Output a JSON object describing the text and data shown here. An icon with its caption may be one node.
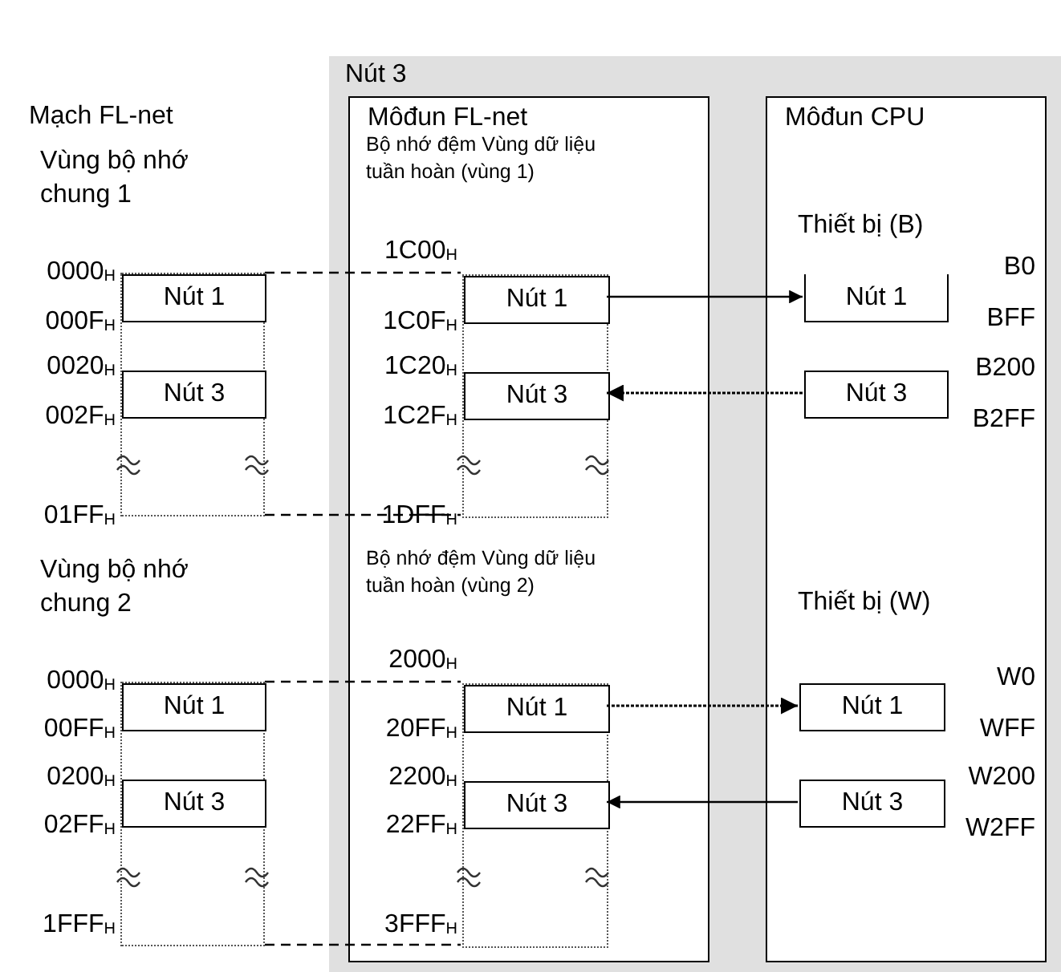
{
  "diagram": {
    "nodes": [
      {
        "text": [
          "Nút 3"
        ]
      },
      {
        "text": [
          "Môđun FL-net"
        ],
        "in": 0
      },
      {
        "text": [
          "Môđun CPU"
        ],
        "in": 0
      },
      {
        "text": [],
        "shape": "box"
      },
      {
        "text": [
          "Nút 1"
        ],
        "in": 3
      },
      {
        "text": [
          "Nút 3"
        ],
        "in": 3
      },
      {
        "text": [],
        "shape": "box",
        "in": 1
      },
      {
        "text": [
          "Nút 1"
        ],
        "in": 6
      },
      {
        "text": [
          "Nút 3"
        ],
        "in": 6
      },
      {
        "text": [
          "Nút 1"
        ],
        "in": 2
      },
      {
        "text": [
          "Nút 3"
        ],
        "in": 2
      },
      {
        "text": [],
        "shape": "box"
      },
      {
        "text": [
          "Nút 1"
        ],
        "in": 11
      },
      {
        "text": [
          "Nút 3"
        ],
        "in": 11
      },
      {
        "text": [],
        "shape": "box",
        "in": 1
      },
      {
        "text": [
          "Nút 1"
        ],
        "in": 14
      },
      {
        "text": [
          "Nút 3"
        ],
        "in": 14
      },
      {
        "text": [
          "Nút 1"
        ],
        "in": 2
      },
      {
        "text": [
          "Nút 3"
        ],
        "in": 2
      }
    ],
    "edges": [
      {
        "from": 3,
        "to": 6,
        "arrow": "none",
        "style": "dashed"
      },
      {
        "from": 3,
        "to": 6,
        "arrow": "none",
        "style": "dashed"
      },
      {
        "from": 7,
        "to": 9,
        "arrow": "to"
      },
      {
        "from": 10,
        "to": 8,
        "arrow": "to",
        "style": "dashed"
      },
      {
        "from": 11,
        "to": 14,
        "arrow": "none",
        "style": "dashed"
      },
      {
        "from": 11,
        "to": 14,
        "arrow": "none",
        "style": "dashed"
      },
      {
        "from": 15,
        "to": 17,
        "arrow": "to",
        "style": "dashed"
      },
      {
        "from": 18,
        "to": 16,
        "arrow": "to"
      }
    ],
    "labels": [
      "Mạch FL-net",
      "Vùng bộ nhớ chung 1",
      "Bộ nhớ đệm Vùng dữ liệu tuần hoàn (vùng 1)",
      "Thiết bị (B)",
      "0000$_{H}$",
      "1C00$_{H}$",
      "B0",
      "000F$_{H}$",
      "1C0F$_{H}$",
      "BFF",
      "0020$_{H}$",
      "1C20$_{H}$",
      "B200",
      "002F$_{H}$",
      "1C2F$_{H}$",
      "B2FF",
      "01FF$_{H}$",
      "1DFF$_{H}$",
      "Vùng bộ nhớ chung 2",
      "Bộ nhớ đệm Vùng dữ liệu tuần hoàn (vùng 2)",
      "Thiết bị (W)",
      "0000$_{H}$",
      "2000$_{H}$",
      "W0",
      "00FF$_{H}$",
      "20FF$_{H}$",
      "WFF",
      "0200$_{H}$",
      "2200$_{H}$",
      "W200",
      "02FF$_{H}$",
      "22FF$_{H}$",
      "W2FF",
      "1FFF$_{H}$",
      "3FFF$_{H}$"
    ]
  }
}
